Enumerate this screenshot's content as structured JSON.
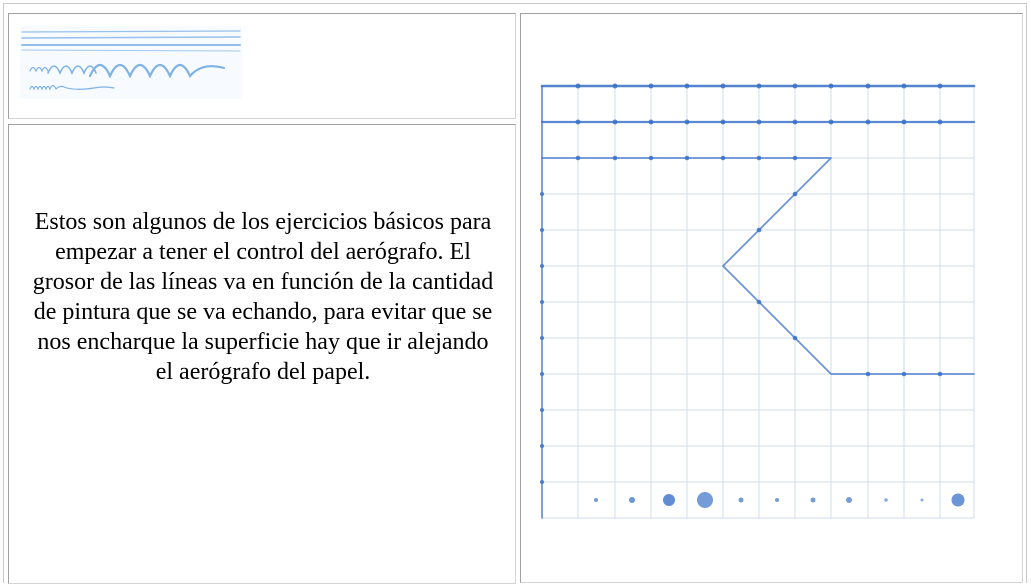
{
  "description_text": "Estos son algunos de los ejercicios básicos para empezar a tener el control del aerógrafo. El grosor de las líneas va en función de la cantidad de pintura que se va echando, para evitar que se nos encharque la superficie hay que ir alejando el aerógrafo del papel.",
  "colors": {
    "ink": "#3a72c8",
    "grid": "#c9d8ec",
    "border": "#a0a0a0"
  },
  "icons": {
    "thumbnail": "airbrush-loops-exercise-image",
    "exercise_sheet": "airbrush-grid-exercise-image"
  }
}
